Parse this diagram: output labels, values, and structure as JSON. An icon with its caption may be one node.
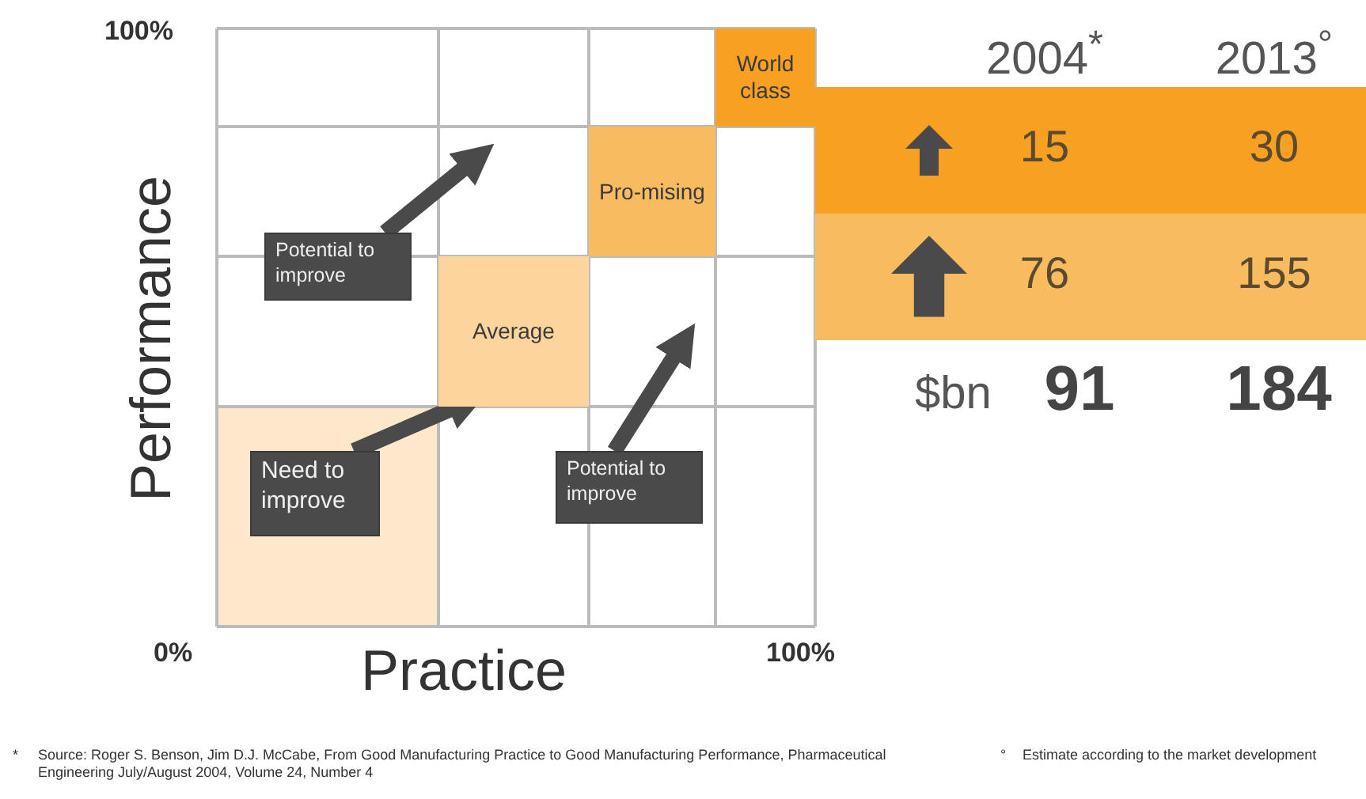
{
  "diagram": {
    "nodes": [
      {
        "text": [
          "World class"
        ]
      },
      {
        "text": [
          "Pro-mising"
        ]
      },
      {
        "text": [
          "Potential to improve"
        ]
      },
      {
        "text": [
          "Average"
        ]
      },
      {
        "text": [
          "Need to improve"
        ]
      },
      {
        "text": [
          "Potential to improve"
        ]
      },
      {
        "text": [
          "15",
          "30"
        ]
      },
      {
        "text": [
          "76",
          "155"
        ]
      }
    ],
    "edges": [
      {
        "from": 2,
        "to": null,
        "arrow": "to"
      },
      {
        "from": 4,
        "to": 3,
        "arrow": "to"
      },
      {
        "from": 5,
        "to": null,
        "arrow": "to"
      }
    ],
    "labels": [
      "100%",
      "Performance",
      "2004$^{*}$",
      "2013$^{°}$",
      "$bn",
      "91",
      "184",
      "0%",
      "Practice",
      "100%",
      "*",
      "Source: Roger S. Benson, Jim D.J. McCabe, From Good Manufacturing Practice to Good Manufacturing Performance, Pharmaceutical Engineering July/August 2004, Volume 24, Number 4",
      "°",
      "Estimate according to the market development"
    ]
  }
}
